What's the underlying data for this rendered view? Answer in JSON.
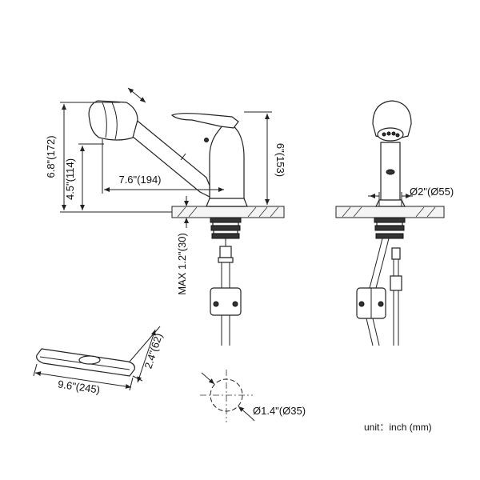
{
  "dimensions": {
    "total_height": "6.8\"(172)",
    "spout_height": "4.5\"(114)",
    "spout_reach": "7.6\"(194)",
    "body_height": "6\"(153)",
    "max_deck_thickness": "MAX 1.2\"(30)",
    "base_diameter": "Ø2\"(Ø55)",
    "plate_length": "9.6\"(245)",
    "plate_width": "2.4\"(62)",
    "hole_diameter": "Ø1.4\"(Ø35)"
  },
  "unit_note": "unit：inch (mm)",
  "icons": {
    "rotation": "double-arrow-icon"
  }
}
